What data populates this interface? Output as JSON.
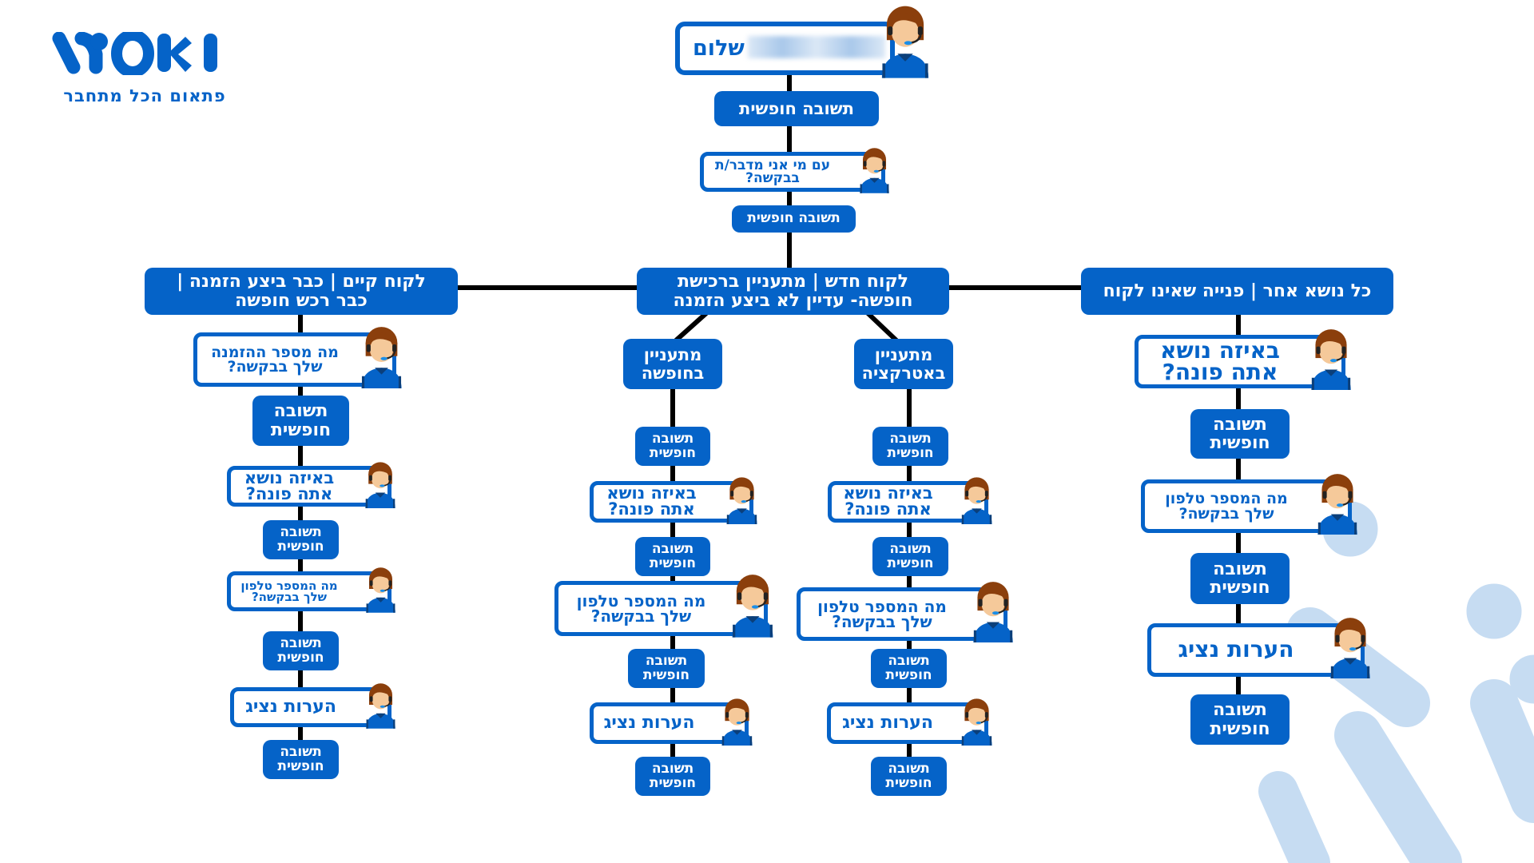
{
  "logo": {
    "wordmark": "WOKI",
    "tagline": "פתאום הכל מתחבר"
  },
  "colors": {
    "brand": "#0563c8",
    "line": "#000000",
    "decor": "#c6dcf2"
  },
  "greeting": {
    "text": "שלום"
  },
  "nodes": [
    {
      "id": "top-answer-1",
      "type": "answer",
      "lines": [
        "תשובה חופשית"
      ]
    },
    {
      "id": "top-question-who",
      "type": "question",
      "lines": [
        "עם מי אני מדבר/ת",
        "בבקשה?"
      ]
    },
    {
      "id": "top-answer-2",
      "type": "answer",
      "lines": [
        "תשובה חופשית"
      ]
    },
    {
      "id": "hdr-existing",
      "type": "header",
      "lines": [
        "לקוח קיים | כבר ביצע הזמנה |",
        "כבר רכש חופשה"
      ]
    },
    {
      "id": "hdr-new",
      "type": "header",
      "lines": [
        "לקוח חדש | מתעניין ברכישת",
        "חופשה- עדיין לא ביצע הזמנה"
      ]
    },
    {
      "id": "hdr-other",
      "type": "header",
      "lines": [
        "כל נושא אחר | פנייה שאינו לקוח"
      ]
    },
    {
      "id": "l-q-order",
      "type": "question",
      "lines": [
        "מה מספר ההזמנה",
        "שלך בבקשה?"
      ]
    },
    {
      "id": "l-a-1",
      "type": "answer",
      "lines": [
        "תשובה",
        "חופשית"
      ]
    },
    {
      "id": "l-q-topic",
      "type": "question",
      "lines": [
        "באיזה נושא",
        "אתה פונה?"
      ]
    },
    {
      "id": "l-a-2",
      "type": "answer",
      "lines": [
        "תשובה",
        "חופשית"
      ]
    },
    {
      "id": "l-q-phone",
      "type": "question",
      "lines": [
        "מה המספר טלפון",
        "שלך בבקשה?"
      ]
    },
    {
      "id": "l-a-3",
      "type": "answer",
      "lines": [
        "תשובה",
        "חופשית"
      ]
    },
    {
      "id": "l-q-comments",
      "type": "question",
      "lines": [
        "הערות נציג"
      ]
    },
    {
      "id": "l-a-4",
      "type": "answer",
      "lines": [
        "תשובה",
        "חופשית"
      ]
    },
    {
      "id": "ml-sub",
      "type": "header",
      "lines": [
        "מתעניין",
        "בחופשה"
      ]
    },
    {
      "id": "ml-a-1",
      "type": "answer",
      "lines": [
        "תשובה",
        "חופשית"
      ]
    },
    {
      "id": "ml-q-topic",
      "type": "question",
      "lines": [
        "באיזה נושא",
        "אתה פונה?"
      ]
    },
    {
      "id": "ml-a-2",
      "type": "answer",
      "lines": [
        "תשובה",
        "חופשית"
      ]
    },
    {
      "id": "ml-q-phone",
      "type": "question",
      "lines": [
        "מה המספר טלפון",
        "שלך בבקשה?"
      ]
    },
    {
      "id": "ml-a-3",
      "type": "answer",
      "lines": [
        "תשובה",
        "חופשית"
      ]
    },
    {
      "id": "ml-q-comments",
      "type": "question",
      "lines": [
        "הערות נציג"
      ]
    },
    {
      "id": "ml-a-4",
      "type": "answer",
      "lines": [
        "תשובה",
        "חופשית"
      ]
    },
    {
      "id": "mr-sub",
      "type": "header",
      "lines": [
        "מתעניין",
        "באטרקציה"
      ]
    },
    {
      "id": "mr-a-1",
      "type": "answer",
      "lines": [
        "תשובה",
        "חופשית"
      ]
    },
    {
      "id": "mr-q-topic",
      "type": "question",
      "lines": [
        "באיזה נושא",
        "אתה פונה?"
      ]
    },
    {
      "id": "mr-a-2",
      "type": "answer",
      "lines": [
        "תשובה",
        "חופשית"
      ]
    },
    {
      "id": "mr-q-phone",
      "type": "question",
      "lines": [
        "מה המספר טלפון",
        "שלך בבקשה?"
      ]
    },
    {
      "id": "mr-a-3",
      "type": "answer",
      "lines": [
        "תשובה",
        "חופשית"
      ]
    },
    {
      "id": "mr-q-comments",
      "type": "question",
      "lines": [
        "הערות נציג"
      ]
    },
    {
      "id": "mr-a-4",
      "type": "answer",
      "lines": [
        "תשובה",
        "חופשית"
      ]
    },
    {
      "id": "r-q-topic",
      "type": "question",
      "lines": [
        "באיזה נושא",
        "אתה פונה?"
      ]
    },
    {
      "id": "r-a-1",
      "type": "answer",
      "lines": [
        "תשובה",
        "חופשית"
      ]
    },
    {
      "id": "r-q-phone",
      "type": "question",
      "lines": [
        "מה המספר טלפון",
        "שלך בבקשה?"
      ]
    },
    {
      "id": "r-a-2",
      "type": "answer",
      "lines": [
        "תשובה",
        "חופשית"
      ]
    },
    {
      "id": "r-q-comments",
      "type": "question",
      "lines": [
        "הערות נציג"
      ]
    },
    {
      "id": "r-a-3",
      "type": "answer",
      "lines": [
        "תשובה",
        "חופשית"
      ]
    }
  ]
}
